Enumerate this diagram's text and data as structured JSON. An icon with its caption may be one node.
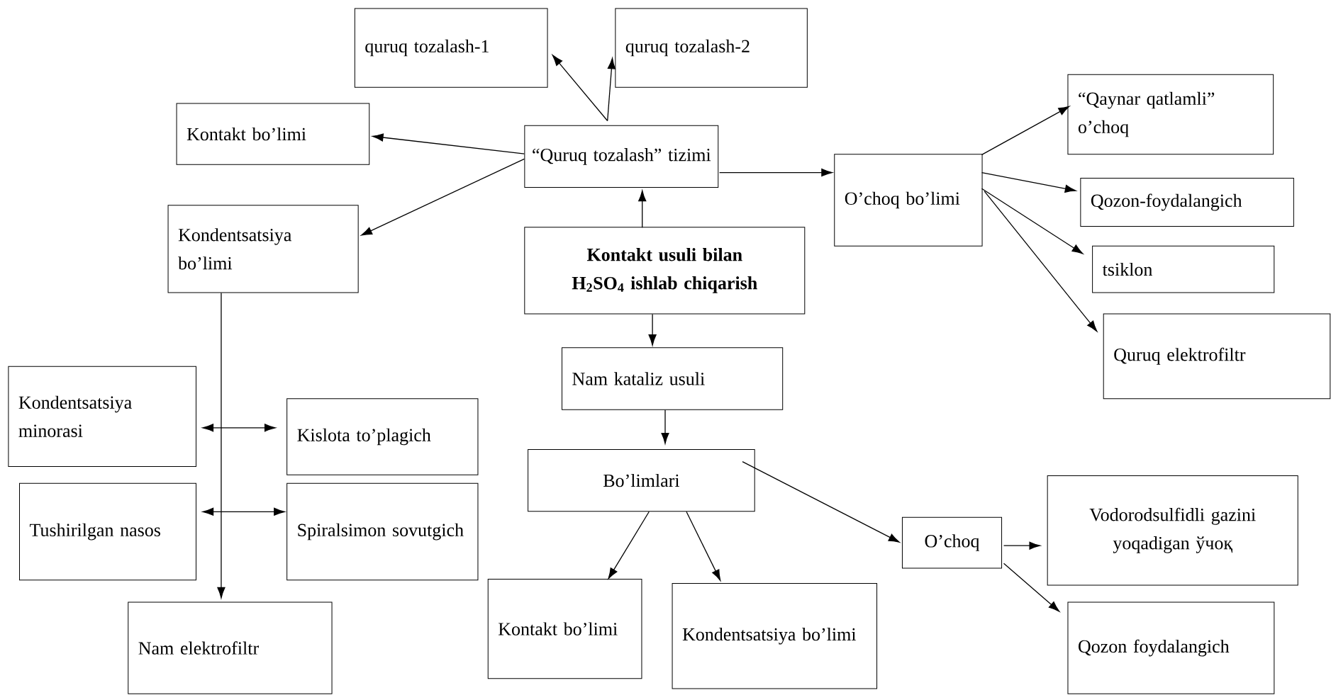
{
  "diagram": {
    "nodes": [
      {
        "text": [
          "quruq tozalash-1"
        ]
      },
      {
        "text": [
          "quruq tozalash-2"
        ]
      },
      {
        "text": [
          "Kontakt bo’limi"
        ]
      },
      {
        "text": [
          "“Quruq tozalash” tizimi"
        ]
      },
      {
        "text": [
          "Kondentsatsiya bo’limi"
        ]
      },
      {
        "text": [
          "Kontakt usuli bilan H$_{2}$SO$_{4}$ ishlab chiqarish"
        ]
      },
      {
        "text": [
          "O’choq bo’limi"
        ]
      },
      {
        "text": [
          "“Qaynar qatlamli” o’choq"
        ]
      },
      {
        "text": [
          "Qozon-foydalangich"
        ]
      },
      {
        "text": [
          "tsiklon"
        ]
      },
      {
        "text": [
          "Quruq  elektrofiltr"
        ]
      },
      {
        "text": [
          "Nam kataliz usuli"
        ]
      },
      {
        "text": [
          "Kondentsatsiya minorasi"
        ]
      },
      {
        "text": [
          "Kislota to’plagich"
        ]
      },
      {
        "text": [
          "Tushirilgan nasos"
        ]
      },
      {
        "text": [
          "Spiralsimon sovutgich"
        ]
      },
      {
        "text": [
          "Bo’limlari"
        ]
      },
      {
        "text": [
          "O’choq"
        ]
      },
      {
        "text": [
          "Vodorodsulfidli gazini yoqadigan ўчоқ"
        ]
      },
      {
        "text": [
          "Nam elektrofiltr"
        ]
      },
      {
        "text": [
          "Kontakt bo’limi"
        ]
      },
      {
        "text": [
          "Kondentsatsiya bo’limi"
        ]
      },
      {
        "text": [
          "Qozon foydalangich"
        ]
      }
    ],
    "edges": [
      {
        "from": 3,
        "to": 0,
        "arrow": "to"
      },
      {
        "from": 3,
        "to": 1,
        "arrow": "to"
      },
      {
        "from": 3,
        "to": 2,
        "arrow": "to"
      },
      {
        "from": 3,
        "to": 4,
        "arrow": "to"
      },
      {
        "from": 5,
        "to": 3,
        "arrow": "to"
      },
      {
        "from": 3,
        "to": 6,
        "arrow": "to"
      },
      {
        "from": 6,
        "to": 7,
        "arrow": "to"
      },
      {
        "from": 6,
        "to": 8,
        "arrow": "to"
      },
      {
        "from": 6,
        "to": 9,
        "arrow": "to"
      },
      {
        "from": 6,
        "to": 10,
        "arrow": "to"
      },
      {
        "from": 5,
        "to": 11,
        "arrow": "to"
      },
      {
        "from": 11,
        "to": 16,
        "arrow": "to"
      },
      {
        "from": 4,
        "to": 19,
        "arrow": "to"
      },
      {
        "from": 12,
        "to": 13,
        "arrow": "both"
      },
      {
        "from": 14,
        "to": 15,
        "arrow": "both"
      },
      {
        "from": 16,
        "to": 20,
        "arrow": "to"
      },
      {
        "from": 16,
        "to": 21,
        "arrow": "to"
      },
      {
        "from": 16,
        "to": 17,
        "arrow": "to"
      },
      {
        "from": 17,
        "to": 18,
        "arrow": "to"
      },
      {
        "from": 17,
        "to": 22,
        "arrow": "to"
      }
    ]
  }
}
